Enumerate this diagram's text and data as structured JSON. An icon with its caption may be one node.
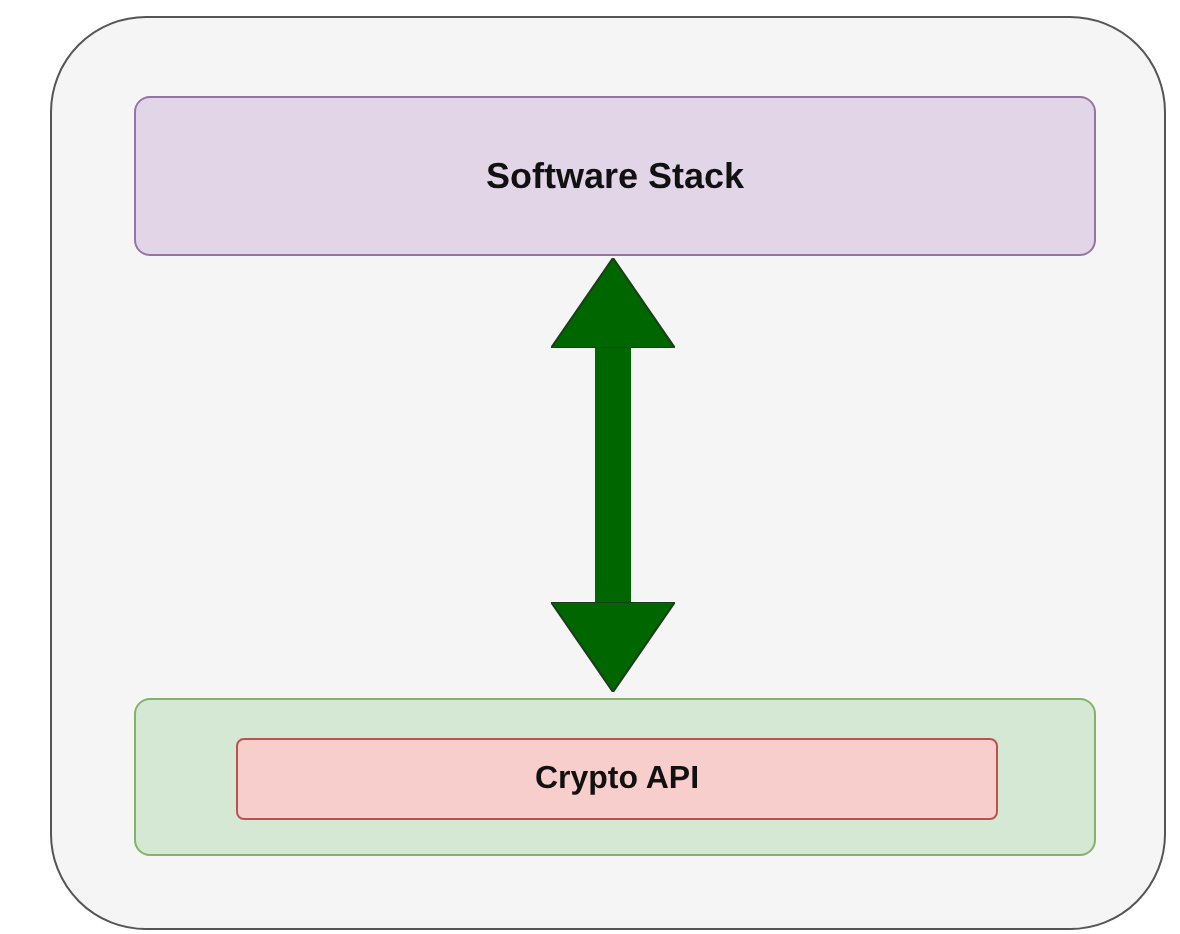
{
  "diagram": {
    "nodes": [
      {
        "text": [],
        "shape": "box"
      },
      {
        "text": [
          "Software Stack"
        ],
        "in": 0
      },
      {
        "text": [],
        "shape": "box",
        "in": 0
      },
      {
        "text": [
          "Crypto API"
        ],
        "in": 2
      }
    ],
    "edges": [
      {
        "from": 1,
        "to": 2,
        "arrow": "both",
        "color": "#006600"
      }
    ]
  }
}
